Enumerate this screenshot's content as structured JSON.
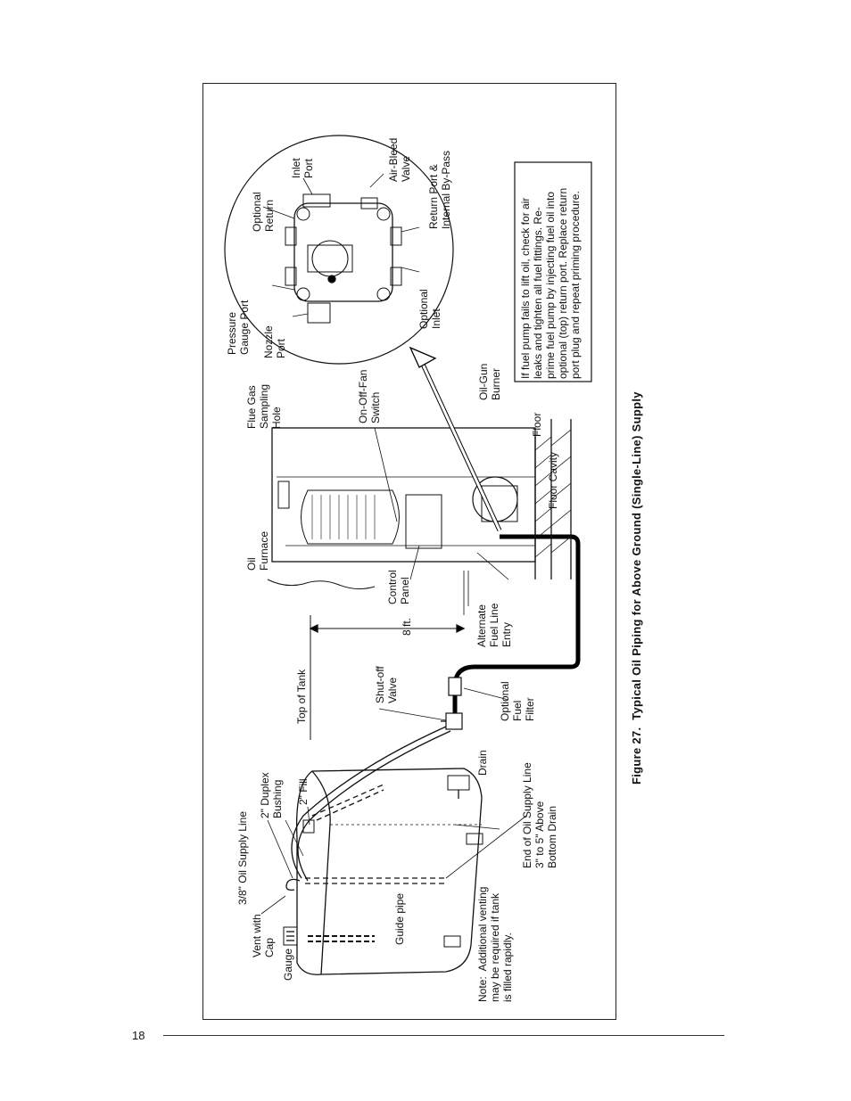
{
  "page": {
    "number": "18"
  },
  "figure": {
    "caption": "Figure 27.  Typical Oil Piping for Above Ground (Single-Line) Supply",
    "labels": {
      "gauge": "Gauge",
      "vent_with_cap": "Vent with\nCap",
      "oil_supply_line": "3/8\" Oil Supply Line",
      "duplex_bushing": "2\" Duplex\nBushing",
      "fill": "2\" Fill",
      "drain": "Drain",
      "guide_pipe": "Guide pipe",
      "note": "Note:  Additional venting\nmay be required if tank\nis filled rapidly.",
      "end_of_supply_line": "End of Oil Supply Line\n3\" to 5\" Above\nBottom Drain",
      "top_of_tank": "Top of Tank",
      "shutoff_valve": "Shut-off\nValve",
      "optional_fuel_filter": "Optional\nFuel\nFilter",
      "eight_ft": "8 ft.",
      "oil_furnace": "Oil\nFurnace",
      "control_panel": "Control\nPanel",
      "alternate_fuel_line_entry": "Alternate\nFuel Line\nEntry",
      "flue_gas_sampling_hole": "Flue Gas\nSampling\nHole",
      "on_off_fan_switch": "On-Off-Fan\nSwitch",
      "oil_gun_burner": "Oil-Gun\nBurner",
      "floor": "Floor",
      "floor_cavity": "Floor Cavity",
      "pressure_gauge_port": "Pressure\nGauge Port",
      "nozzle_port": "Nozzle\nPort",
      "optional_return": "Optional\nReturn",
      "inlet_port": "Inlet\nPort",
      "air_bleed_valve": "Air-Bleed\nValve",
      "return_port": "Return Port &\nInternal By-Pass",
      "optional_inlet": "Optional\nInlet"
    },
    "priming_note": "If fuel pump fails to lift oil, check for air\nleaks and tighten all fuel fittings. Re-\nprime fuel pump by injecting fuel oil into\noptional (top) return port. Replace return\nport plug and repeat priming procedure."
  }
}
